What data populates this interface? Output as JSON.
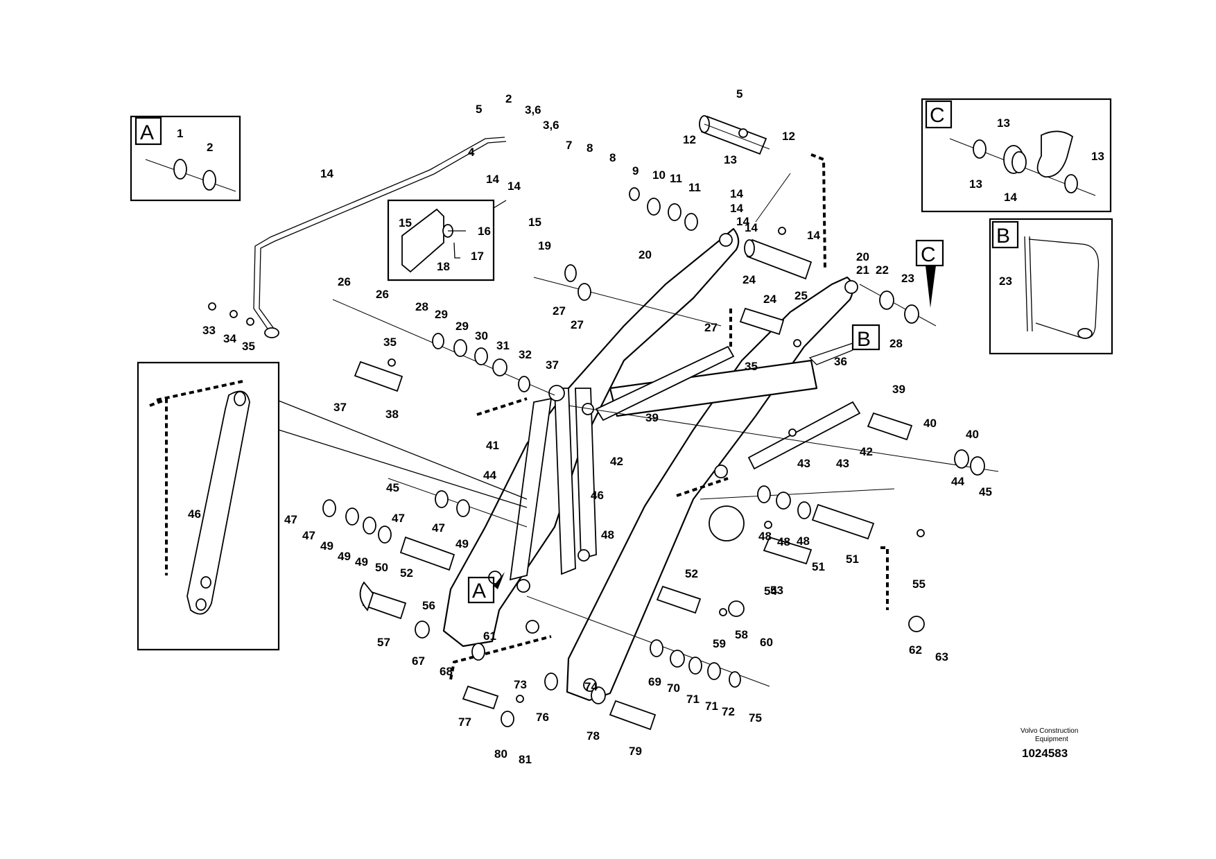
{
  "detail_views": {
    "a": {
      "label": "A"
    },
    "b": {
      "label": "B"
    },
    "c": {
      "label": "C"
    }
  },
  "callouts": [
    "A",
    "B",
    "C"
  ],
  "part_numbers": [
    "1",
    "2",
    "5",
    "2",
    "5",
    "3,6",
    "3,6",
    "4",
    "7",
    "8",
    "8",
    "9",
    "10",
    "11",
    "11",
    "12",
    "12",
    "13",
    "13",
    "13",
    "13",
    "14",
    "14",
    "14",
    "14",
    "14",
    "14",
    "14",
    "14",
    "14",
    "15",
    "15",
    "16",
    "17",
    "18",
    "19",
    "20",
    "20",
    "21",
    "22",
    "23",
    "23",
    "24",
    "24",
    "25",
    "26",
    "26",
    "27",
    "27",
    "27",
    "28",
    "28",
    "29",
    "29",
    "30",
    "31",
    "32",
    "33",
    "34",
    "35",
    "35",
    "35",
    "36",
    "37",
    "37",
    "38",
    "39",
    "39",
    "40",
    "40",
    "41",
    "42",
    "42",
    "43",
    "43",
    "44",
    "44",
    "45",
    "45",
    "46",
    "46",
    "47",
    "47",
    "47",
    "47",
    "48",
    "48",
    "48",
    "48",
    "49",
    "49",
    "49",
    "49",
    "50",
    "51",
    "51",
    "52",
    "52",
    "53",
    "54",
    "55",
    "56",
    "57",
    "58",
    "59",
    "60",
    "61",
    "62",
    "63",
    "67",
    "68",
    "69",
    "70",
    "71",
    "71",
    "72",
    "73",
    "74",
    "75",
    "76",
    "77",
    "78",
    "79",
    "80",
    "81"
  ],
  "footer": {
    "company_line1": "Volvo Construction",
    "company_line2": "Equipment",
    "document_number": "1024583"
  }
}
